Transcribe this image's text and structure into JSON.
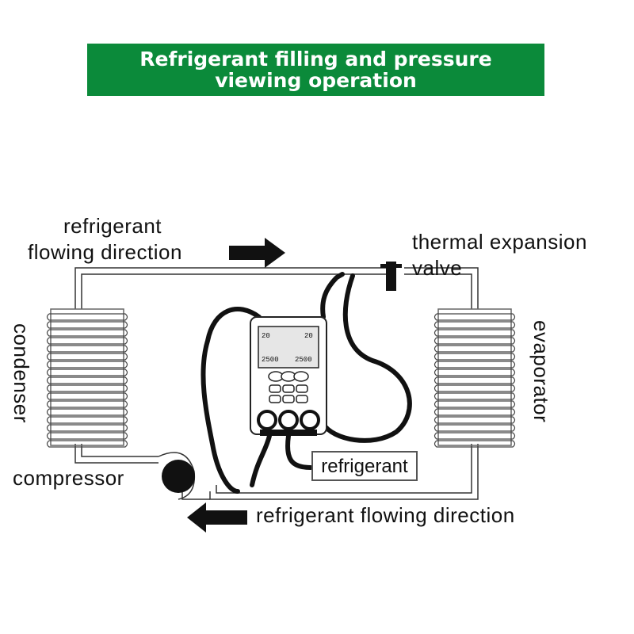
{
  "title": {
    "line1": "Refrigerant filling and pressure",
    "line2": "viewing operation"
  },
  "labels": {
    "flow_top_line1": "refrigerant",
    "flow_top_line2": "flowing direction",
    "thermal_line1": "thermal expansion",
    "thermal_line2": "valve",
    "condenser": "condenser",
    "evaporator": "evaporator",
    "compressor": "compressor",
    "refrigerant_box": "refrigerant",
    "flow_bottom": "refrigerant flowing direction"
  },
  "gauge_display": {
    "tl": "20",
    "tr": "20",
    "bl": "2500",
    "br": "2500"
  },
  "colors": {
    "banner": "#0b8a3a",
    "lines": "#111111"
  }
}
